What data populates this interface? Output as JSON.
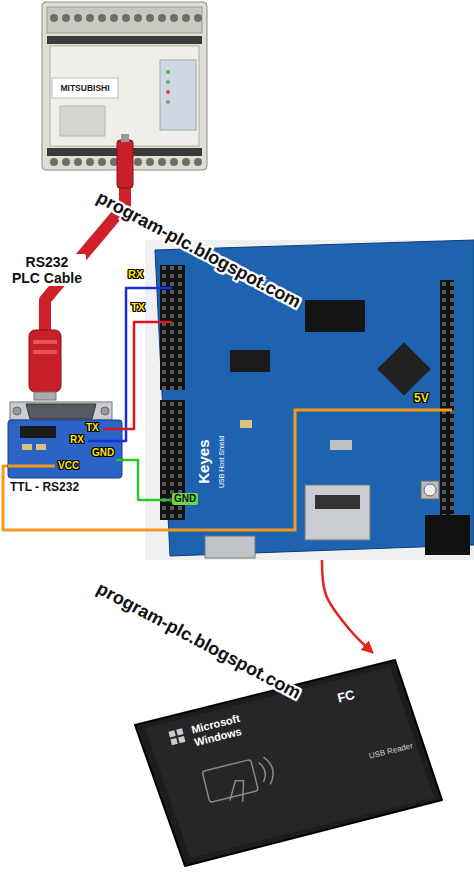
{
  "diagram": {
    "nodes": [
      {
        "text": [
          "MITSUBISHI"
        ]
      },
      {
        "text": [
          "TTL - RS232"
        ]
      },
      {
        "text": [
          "Keyes",
          "USB Host Shield"
        ]
      },
      {
        "text": [
          "Microsoft Windows",
          "FC",
          "USB Reader"
        ]
      }
    ],
    "edges": [
      {
        "from": 0,
        "to": 1,
        "label": "RS232 PLC Cable",
        "arrow": "none"
      },
      {
        "from": 1,
        "to": 2,
        "arrow": "none"
      },
      {
        "from": 1,
        "to": 2,
        "arrow": "none"
      },
      {
        "from": 1,
        "to": 2,
        "label": "GND",
        "arrow": "none"
      },
      {
        "from": 1,
        "to": 2,
        "label": "5V",
        "arrow": "none"
      },
      {
        "from": 2,
        "to": 3,
        "arrow": "to"
      }
    ],
    "labels": [
      "program-plc.blogspot.com",
      "RX",
      "TX",
      "TX",
      "RX",
      "GND",
      "VCC",
      "program-plc.blogspot.com"
    ]
  }
}
